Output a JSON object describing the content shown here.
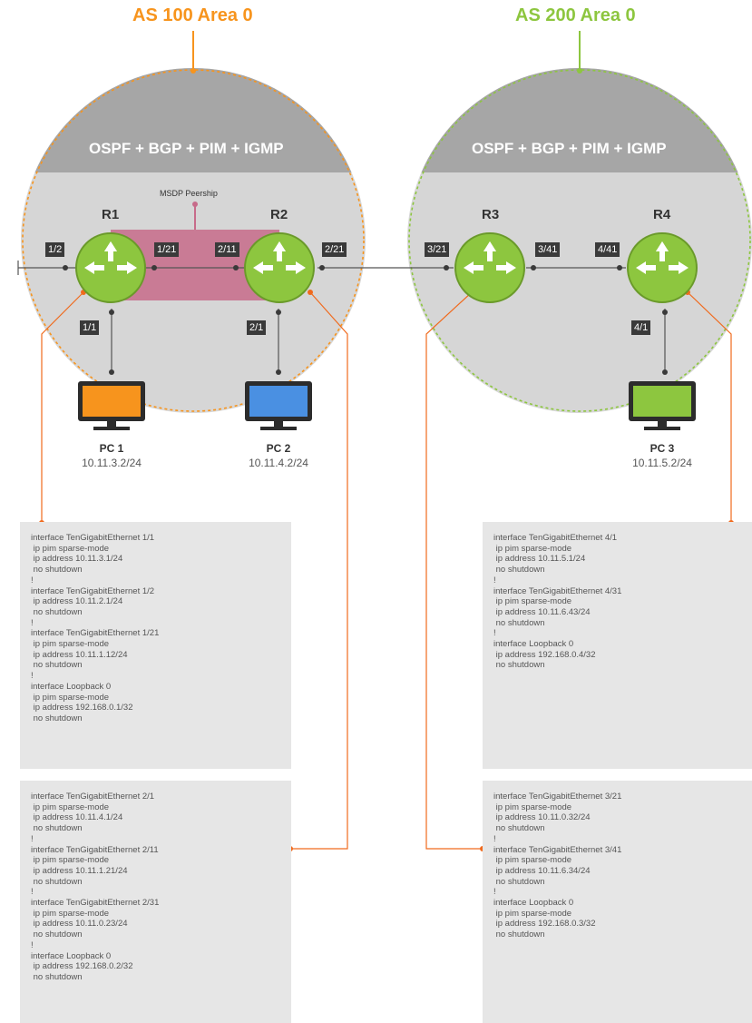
{
  "titles": {
    "as100": "AS 100 Area 0",
    "as200": "AS 200 Area 0"
  },
  "protocols": {
    "left": "OSPF + BGP + PIM + IGMP",
    "right": "OSPF + BGP + PIM + IGMP"
  },
  "msdp_label": "MSDP Peership",
  "routers": {
    "r1": "R1",
    "r2": "R2",
    "r3": "R3",
    "r4": "R4"
  },
  "ports": {
    "r1_1_2": "1/2",
    "r1_1_21": "1/21",
    "r2_2_11": "2/11",
    "r2_2_21": "2/21",
    "r3_3_21": "3/21",
    "r3_3_41": "3/41",
    "r4_4_41": "4/41",
    "r1_1_1": "1/1",
    "r2_2_1": "2/1",
    "r4_4_1": "4/1"
  },
  "pcs": [
    {
      "name": "PC 1",
      "ip": "10.11.3.2/24",
      "color": "#f7941d"
    },
    {
      "name": "PC 2",
      "ip": "10.11.4.2/24",
      "color": "#4a90e2"
    },
    {
      "name": "PC 3",
      "ip": "10.11.5.2/24",
      "color": "#8dc63f"
    }
  ],
  "colors": {
    "orange": "#f7941d",
    "green": "#8dc63f",
    "router": "#8dc63f",
    "msdp": "#c76b8a"
  },
  "configs": {
    "r1": [
      "interface TenGigabitEthernet 1/1",
      " ip pim sparse-mode",
      " ip address 10.11.3.1/24",
      " no shutdown",
      "!",
      "interface TenGigabitEthernet 1/2",
      " ip address 10.11.2.1/24",
      " no shutdown",
      "!",
      "interface TenGigabitEthernet 1/21",
      " ip pim sparse-mode",
      " ip address 10.11.1.12/24",
      " no shutdown",
      "!",
      "interface Loopback 0",
      " ip pim sparse-mode",
      " ip address 192.168.0.1/32",
      " no shutdown"
    ],
    "r4": [
      "interface TenGigabitEthernet 4/1",
      " ip pim sparse-mode",
      " ip address 10.11.5.1/24",
      " no shutdown",
      "!",
      "interface TenGigabitEthernet 4/31",
      " ip pim sparse-mode",
      " ip address 10.11.6.43/24",
      " no shutdown",
      "!",
      "interface Loopback 0",
      " ip address 192.168.0.4/32",
      " no shutdown"
    ],
    "r2": [
      "interface TenGigabitEthernet 2/1",
      " ip pim sparse-mode",
      " ip address 10.11.4.1/24",
      " no shutdown",
      "!",
      "interface TenGigabitEthernet 2/11",
      " ip pim sparse-mode",
      " ip address 10.11.1.21/24",
      " no shutdown",
      "!",
      "interface TenGigabitEthernet 2/31",
      " ip pim sparse-mode",
      " ip address 10.11.0.23/24",
      " no shutdown",
      "!",
      "interface Loopback 0",
      " ip address 192.168.0.2/32",
      " no shutdown"
    ],
    "r3": [
      "interface TenGigabitEthernet 3/21",
      " ip pim sparse-mode",
      " ip address 10.11.0.32/24",
      " no shutdown",
      "!",
      "interface TenGigabitEthernet 3/41",
      " ip pim sparse-mode",
      " ip address 10.11.6.34/24",
      " no shutdown",
      "!",
      "interface Loopback 0",
      " ip pim sparse-mode",
      " ip address 192.168.0.3/32",
      " no shutdown"
    ]
  }
}
